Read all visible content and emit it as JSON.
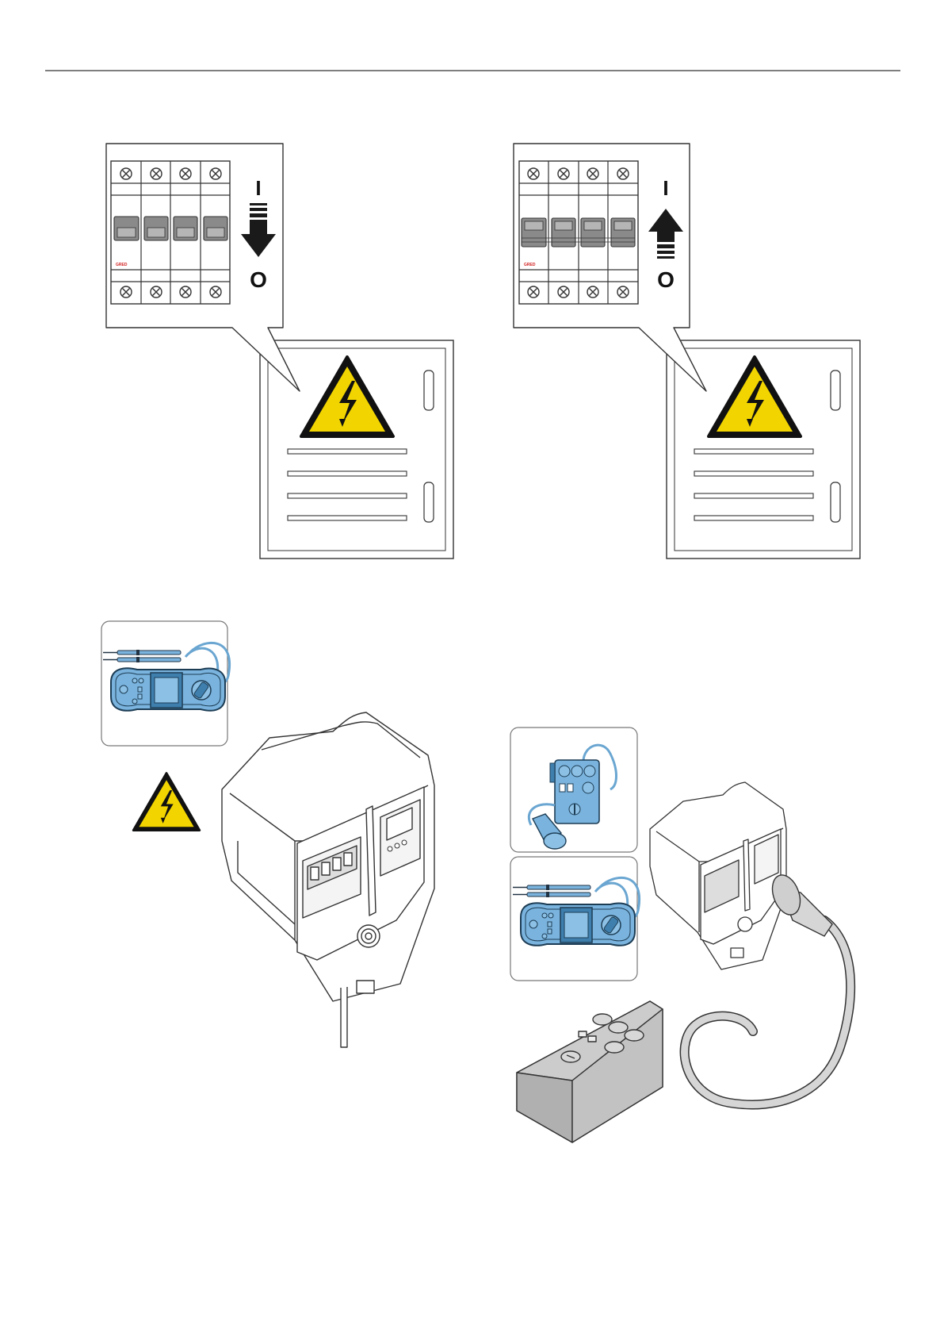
{
  "panel_left": {
    "switch_on_symbol": "I",
    "switch_off_symbol": "O",
    "arrow_direction": "down",
    "breaker_brand": "GRED",
    "breaker_poles": 4
  },
  "panel_right": {
    "switch_on_symbol": "I",
    "switch_off_symbol": "O",
    "arrow_direction": "up",
    "breaker_brand": "GRED",
    "breaker_poles": 4
  },
  "icons": [
    "electrical-hazard-icon",
    "multimeter-tester-icon",
    "ev-simulator-tester-icon",
    "ev-charger-wallbox-icon",
    "circuit-breaker-icon"
  ],
  "colors": {
    "warning_yellow": "#f2d500",
    "tester_blue": "#7ab3dd",
    "tester_dark": "#3e7fae",
    "line": "#333333",
    "arrow": "#1a1a1a",
    "breaker_grey": "#8a8a8a",
    "brand_red": "#d21f1f",
    "box_grey": "#cccccc"
  }
}
